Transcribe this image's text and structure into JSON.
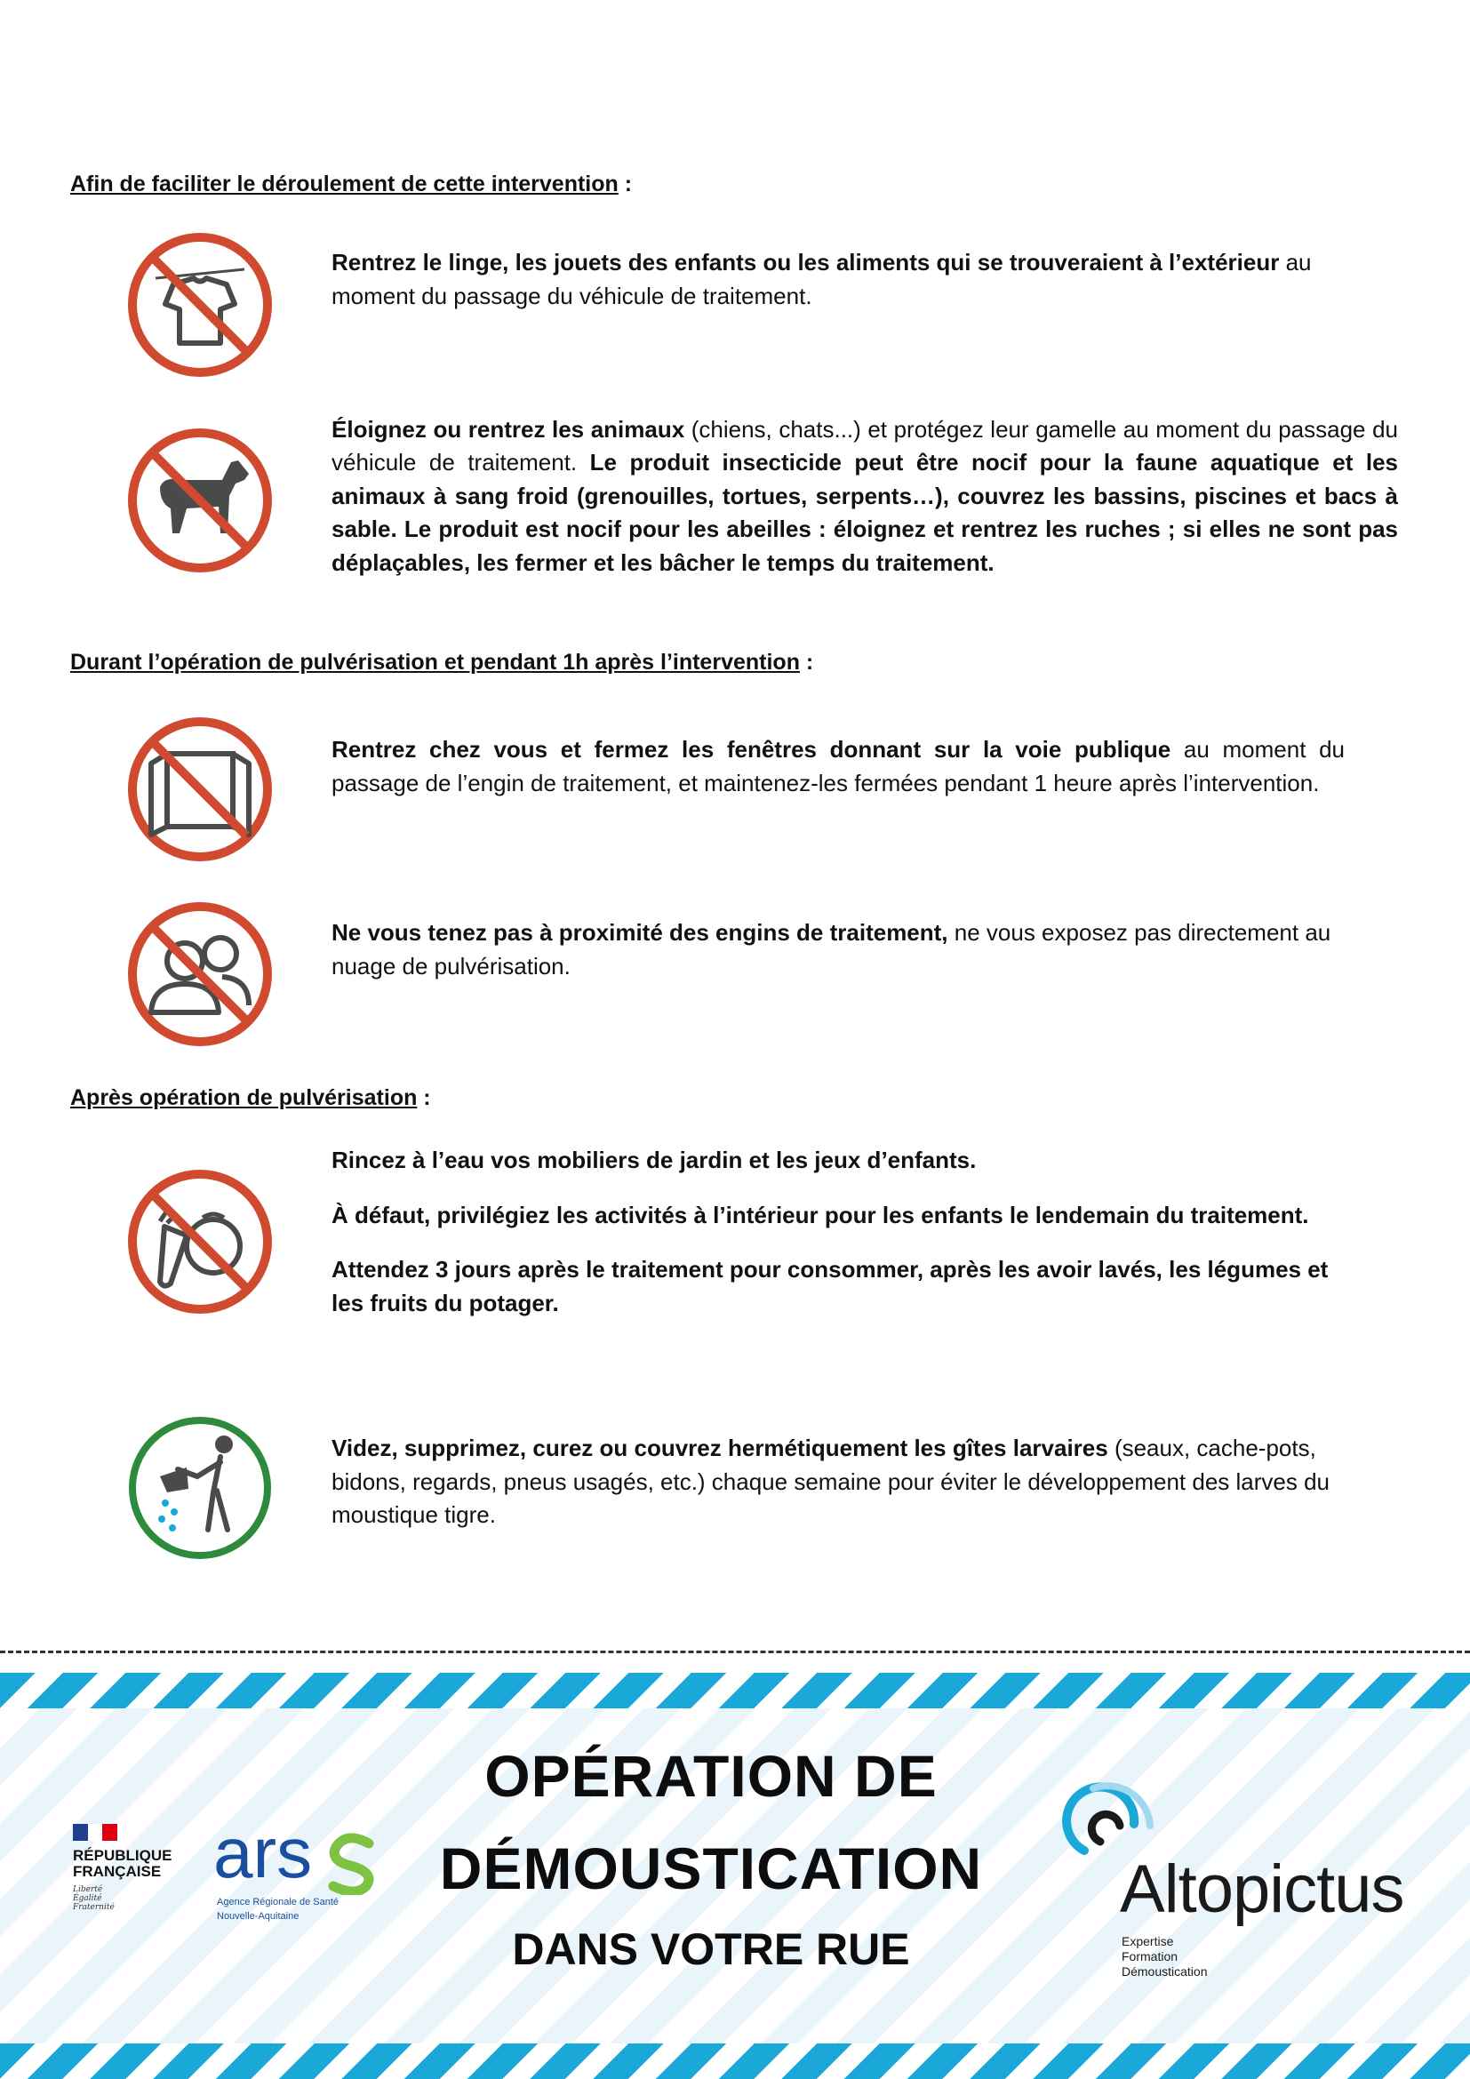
{
  "sections": [
    {
      "heading": "Afin de faciliter le déroulement de cette intervention",
      "items": [
        {
          "icon": "no-laundry-icon",
          "bold": "Rentrez le linge, les jouets des enfants ou les aliments qui se trouveraient à l’extérieur",
          "rest": " au moment du passage du véhicule de traitement."
        },
        {
          "icon": "no-animals-icon",
          "bold": "Éloignez ou rentrez les animaux",
          "rest": " (chiens, chats...) et protégez leur gamelle au moment du passage du véhicule de traitement. ",
          "bold2": "Le produit insecticide peut être nocif pour la faune aquatique et les animaux à sang froid (grenouilles, tortues, serpents…), couvrez les bassins, piscines et bacs à sable. Le produit est nocif pour les abeilles : éloignez et rentrez les ruches ; si elles ne sont pas déplaçables, les fermer et les bâcher le temps du traitement."
        }
      ]
    },
    {
      "heading": "Durant l’opération de pulvérisation et pendant 1h après l’intervention",
      "items": [
        {
          "icon": "no-open-window-icon",
          "bold": "Rentrez chez vous et fermez les fenêtres donnant sur la voie publique",
          "rest": " au moment du passage de l’engin de traitement, et maintenez-les fermées pendant 1 heure après l’intervention."
        },
        {
          "icon": "no-people-icon",
          "bold": "Ne vous tenez pas à proximité des engins de traitement,",
          "rest": " ne vous exposez pas directement au nuage de pulvérisation."
        }
      ]
    },
    {
      "heading": "Après opération de pulvérisation",
      "items": [
        {
          "icon": "no-vegetables-icon",
          "lines": [
            "Rincez à l’eau vos mobiliers de jardin et les jeux d’enfants.",
            "À défaut, privilégiez les activités à l’intérieur pour les enfants le lendemain du traitement.",
            "Attendez 3 jours après le traitement pour consommer, après les avoir lavés, les légumes et les fruits du potager."
          ]
        },
        {
          "icon": "empty-water-container-icon",
          "bold": "Videz, supprimez, curez ou couvrez hermétiquement les gîtes larvaires",
          "rest": " (seaux, cache-pots, bidons, regards, pneus usagés, etc.) chaque semaine pour éviter le développement des larves du moustique tigre."
        }
      ]
    }
  ],
  "footer": {
    "title_line1": "OPÉRATION DE",
    "title_line2": "DÉMOUSTICATION",
    "title_line3": "DANS VOTRE RUE",
    "rf_line1": "RÉPUBLIQUE",
    "rf_line2": "FRANÇAISE",
    "rf_motto": [
      "Liberté",
      "Égalité",
      "Fraternité"
    ],
    "ars_logo": "ars",
    "ars_line1": "Agence Régionale de Santé",
    "ars_line2": "Nouvelle-Aquitaine",
    "alto_name": "Altopictus",
    "alto_tags": [
      "Expertise",
      "Formation",
      "Démoustication"
    ]
  },
  "colors": {
    "prohibition_red": "#cf4a2e",
    "ok_green": "#2e8a3c",
    "stripe_blue": "#1aa8d8",
    "icon_gray": "#4a4a4a",
    "ars_blue": "#1a4fa0",
    "ars_green": "#7dc242"
  }
}
